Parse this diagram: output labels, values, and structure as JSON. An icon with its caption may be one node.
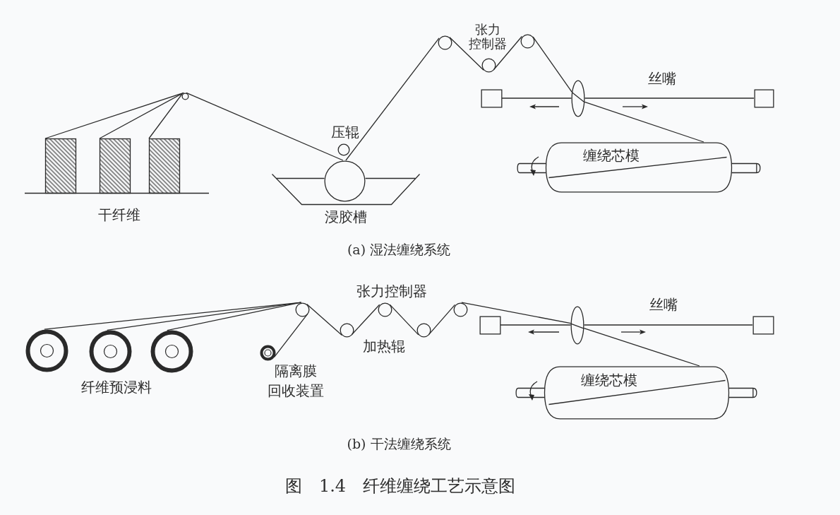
{
  "diagram": {
    "caption": "图 1.4 纤维缠绕工艺示意图",
    "nodes": [
      {
        "text": [],
        "shape": "box"
      },
      {
        "text": [],
        "shape": "box"
      },
      {
        "text": [],
        "shape": "box"
      },
      {
        "text": [],
        "shape": "circle"
      },
      {
        "text": [
          "浸胶槽"
        ]
      },
      {
        "text": [],
        "shape": "circle",
        "beside": [
          "压辊"
        ]
      },
      {
        "text": [],
        "shape": "circle"
      },
      {
        "text": [],
        "shape": "circle"
      },
      {
        "text": [],
        "shape": "circle"
      },
      {
        "text": [],
        "shape": "box"
      },
      {
        "text": [],
        "shape": "ellipse"
      },
      {
        "text": [],
        "shape": "box"
      },
      {
        "text": [
          "缠绕芯模"
        ]
      },
      {
        "text": [],
        "shape": "circle"
      },
      {
        "text": [],
        "shape": "circle"
      },
      {
        "text": [],
        "shape": "circle"
      },
      {
        "text": [],
        "shape": "circle"
      },
      {
        "text": [],
        "shape": "circle",
        "beside": [
          "隔离膜回收装置"
        ]
      },
      {
        "text": [],
        "shape": "circle"
      },
      {
        "text": [],
        "shape": "circle"
      },
      {
        "text": [],
        "shape": "circle"
      },
      {
        "text": [],
        "shape": "circle"
      },
      {
        "text": [],
        "shape": "box"
      },
      {
        "text": [],
        "shape": "ellipse"
      },
      {
        "text": [],
        "shape": "box"
      },
      {
        "text": [
          "缠绕芯模"
        ]
      }
    ],
    "edges": [
      {
        "from": 0,
        "to": 3,
        "arrow": "none"
      },
      {
        "from": 1,
        "to": 3,
        "arrow": "none"
      },
      {
        "from": 2,
        "to": 3,
        "arrow": "none"
      },
      {
        "from": 3,
        "to": 4,
        "arrow": "none"
      },
      {
        "from": 4,
        "to": 6,
        "arrow": "none"
      },
      {
        "from": 6,
        "to": 7,
        "arrow": "none"
      },
      {
        "from": 7,
        "to": 8,
        "arrow": "none"
      },
      {
        "from": 8,
        "to": 10,
        "arrow": "none"
      },
      {
        "from": 10,
        "to": 12,
        "arrow": "none"
      },
      {
        "from": 9,
        "to": 10,
        "arrow": "none"
      },
      {
        "from": 10,
        "to": 11,
        "arrow": "none"
      },
      {
        "from": 13,
        "to": 16,
        "arrow": "none"
      },
      {
        "from": 14,
        "to": 16,
        "arrow": "none"
      },
      {
        "from": 15,
        "to": 16,
        "arrow": "none"
      },
      {
        "from": 16,
        "to": 17,
        "arrow": "none"
      },
      {
        "from": 16,
        "to": 18,
        "arrow": "none"
      },
      {
        "from": 18,
        "to": 19,
        "arrow": "none"
      },
      {
        "from": 19,
        "to": 20,
        "arrow": "none"
      },
      {
        "from": 20,
        "to": 21,
        "arrow": "none"
      },
      {
        "from": 21,
        "to": 23,
        "arrow": "none"
      },
      {
        "from": 23,
        "to": 25,
        "arrow": "none"
      },
      {
        "from": 22,
        "to": 23,
        "arrow": "none"
      },
      {
        "from": 23,
        "to": 24,
        "arrow": "none"
      }
    ],
    "labels": [
      "张力控制器",
      "丝嘴",
      "干纤维",
      "(a) 湿法缠绕系统",
      "张力控制器",
      "丝嘴",
      "加热辊",
      "纤维预浸料",
      "(b) 干法缠绕系统"
    ]
  }
}
